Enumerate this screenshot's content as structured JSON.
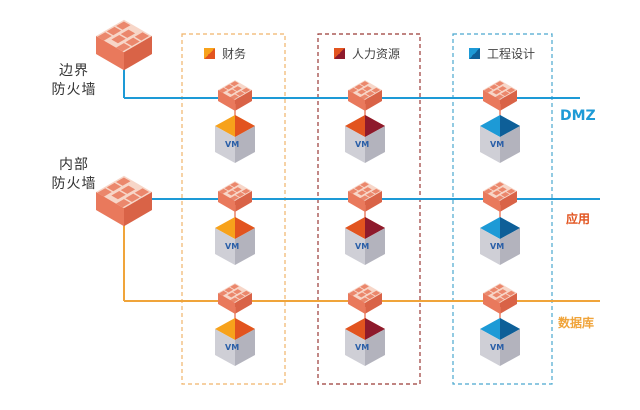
{
  "labels": {
    "perimeter_firewall": [
      "边界",
      "防火墙"
    ],
    "internal_firewall": [
      "内部",
      "防火墙"
    ]
  },
  "zones": [
    {
      "id": "dmz",
      "label": "DMZ",
      "color": "#1d9ad6"
    },
    {
      "id": "app",
      "label": "应用",
      "color": "#1d9ad6"
    },
    {
      "id": "db",
      "label": "数据库",
      "color": "#f0a43a"
    }
  ],
  "groups": [
    {
      "id": "finance",
      "label": "财务",
      "accent": "#f7a21b",
      "accent_dark": "#e2541f",
      "border": "#f0b36a"
    },
    {
      "id": "hr",
      "label": "人力资源",
      "accent": "#e2541f",
      "accent_dark": "#8e1a2c",
      "border": "#9a3a36"
    },
    {
      "id": "eng",
      "label": "工程设计",
      "accent": "#1d9ad6",
      "accent_dark": "#0e5f98",
      "border": "#4aa8cf"
    }
  ],
  "vm_label": "VM",
  "colors": {
    "brick": "#e9795c",
    "brick_light": "#f7d6c8",
    "cube_side": "#cfcfd6",
    "cube_side_dark": "#b3b3bd",
    "vm_text": "#2a5fa8"
  }
}
